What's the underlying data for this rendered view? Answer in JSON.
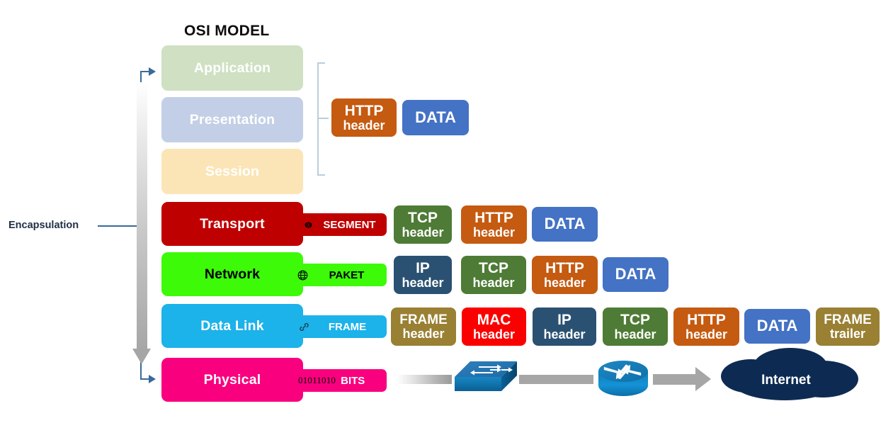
{
  "title": "OSI MODEL",
  "encapsulation": {
    "label": "Encapsulation",
    "direction_icon": "down-arrow-icon",
    "bracket_icon": "bracket-icon"
  },
  "layers": [
    {
      "name": "Application",
      "color": "#cfe0c3",
      "text_color": "#ffffff",
      "pdu": null
    },
    {
      "name": "Presentation",
      "color": "#c3cfe6",
      "text_color": "#ffffff",
      "pdu": null
    },
    {
      "name": "Session",
      "color": "#fbe5b6",
      "text_color": "#ffffff",
      "pdu": null
    },
    {
      "name": "Transport",
      "color": "#bf0000",
      "text_color": "#ffffff",
      "pdu": "SEGMENT",
      "pdu_icon": "gear-icon"
    },
    {
      "name": "Network",
      "color": "#3dfa08",
      "text_color": "#000000",
      "pdu": "PAKET",
      "pdu_icon": "globe-icon"
    },
    {
      "name": "Data Link",
      "color": "#1cb2ea",
      "text_color": "#ffffff",
      "pdu": "FRAME",
      "pdu_icon": "link-icon"
    },
    {
      "name": "Physical",
      "color": "#f9007f",
      "text_color": "#ffffff",
      "pdu": "BITS",
      "pdu_icon": "binary-icon",
      "binary": "01011010"
    }
  ],
  "pdu_rows": {
    "upper": [
      {
        "l1": "HTTP",
        "l2": "header",
        "color": "#c55a11"
      },
      {
        "l1": "DATA",
        "l2": "",
        "color": "#4472c4"
      }
    ],
    "transport": [
      {
        "l1": "TCP",
        "l2": "header",
        "color": "#4e7b35"
      },
      {
        "l1": "HTTP",
        "l2": "header",
        "color": "#c55a11"
      },
      {
        "l1": "DATA",
        "l2": "",
        "color": "#4472c4"
      }
    ],
    "network": [
      {
        "l1": "IP",
        "l2": "header",
        "color": "#2a5172"
      },
      {
        "l1": "TCP",
        "l2": "header",
        "color": "#4e7b35"
      },
      {
        "l1": "HTTP",
        "l2": "header",
        "color": "#c55a11"
      },
      {
        "l1": "DATA",
        "l2": "",
        "color": "#4472c4"
      }
    ],
    "datalink": [
      {
        "l1": "FRAME",
        "l2": "header",
        "color": "#998033"
      },
      {
        "l1": "MAC",
        "l2": "header",
        "color": "#fa0000"
      },
      {
        "l1": "IP",
        "l2": "header",
        "color": "#2a5172"
      },
      {
        "l1": "TCP",
        "l2": "header",
        "color": "#4e7b35"
      },
      {
        "l1": "HTTP",
        "l2": "header",
        "color": "#c55a11"
      },
      {
        "l1": "DATA",
        "l2": "",
        "color": "#4472c4"
      },
      {
        "l1": "FRAME",
        "l2": "trailer",
        "color": "#998033"
      }
    ]
  },
  "physical_path": {
    "switch_icon": "network-switch-icon",
    "router_icon": "router-icon",
    "cloud_icon": "cloud-icon",
    "cloud_label": "Internet",
    "wire_icon": "cable-icon",
    "arrow_icon": "right-arrow-icon"
  }
}
